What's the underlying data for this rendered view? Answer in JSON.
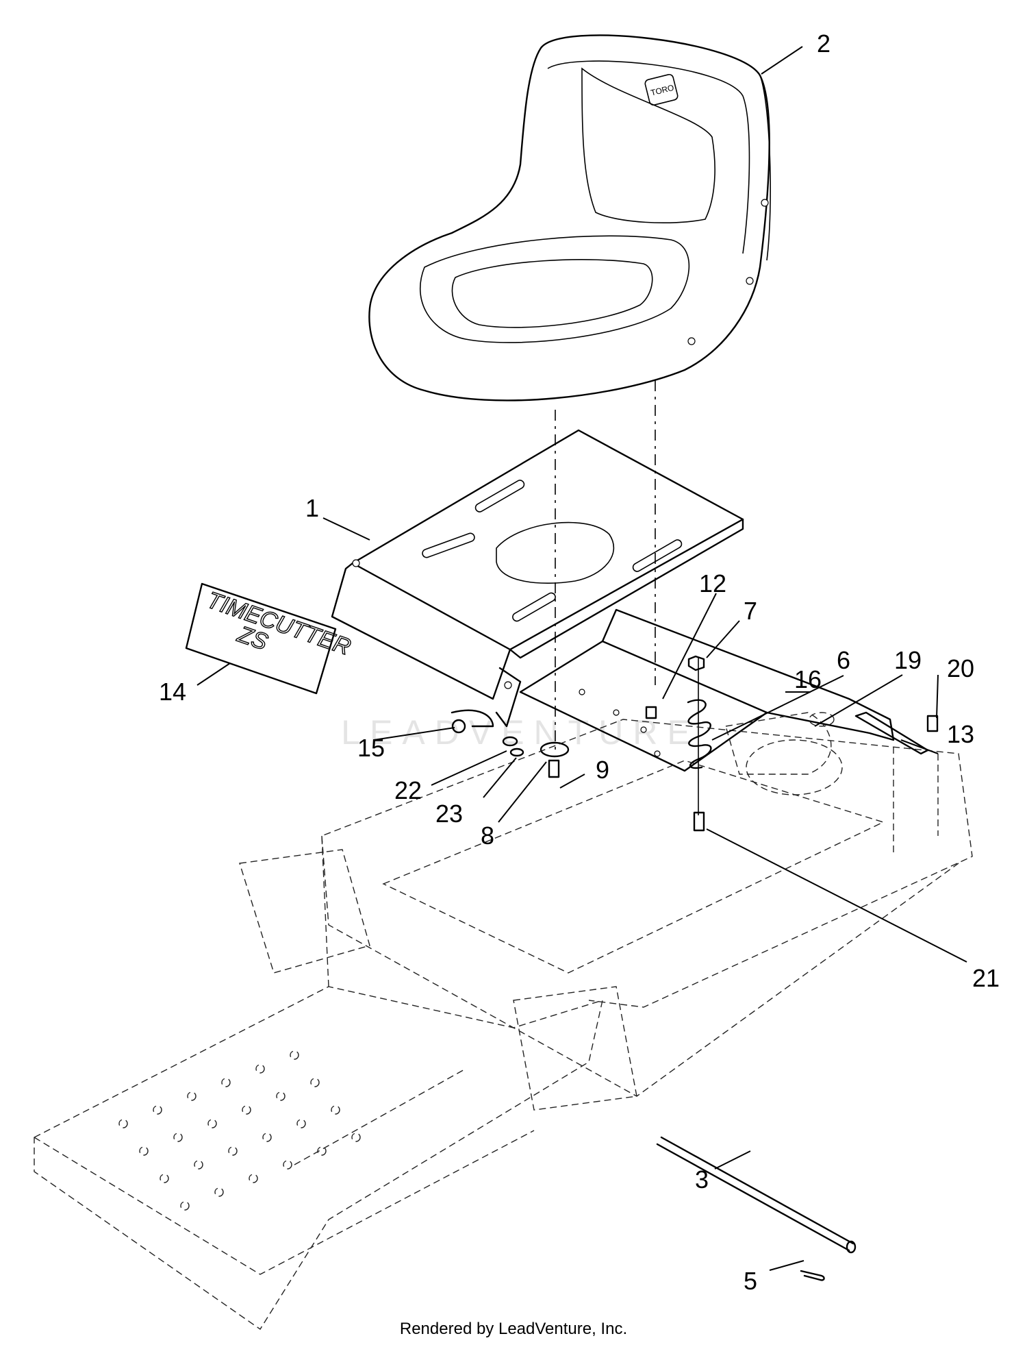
{
  "diagram": {
    "callouts": [
      {
        "id": "c1",
        "label": "1"
      },
      {
        "id": "c2",
        "label": "2"
      },
      {
        "id": "c3",
        "label": "3"
      },
      {
        "id": "c5",
        "label": "5"
      },
      {
        "id": "c6",
        "label": "6"
      },
      {
        "id": "c7",
        "label": "7"
      },
      {
        "id": "c8",
        "label": "8"
      },
      {
        "id": "c9",
        "label": "9"
      },
      {
        "id": "c12",
        "label": "12"
      },
      {
        "id": "c13",
        "label": "13"
      },
      {
        "id": "c14",
        "label": "14"
      },
      {
        "id": "c15",
        "label": "15"
      },
      {
        "id": "c16",
        "label": "16"
      },
      {
        "id": "c19",
        "label": "19"
      },
      {
        "id": "c20",
        "label": "20"
      },
      {
        "id": "c21",
        "label": "21"
      },
      {
        "id": "c22",
        "label": "22"
      },
      {
        "id": "c23",
        "label": "23"
      }
    ],
    "decal_text_line1": "TIMECUTTER",
    "decal_text_line2": "ZS",
    "seat_logo_text": "TORO",
    "watermark_text": "LEADVENTURE"
  },
  "footer": {
    "text": "Rendered by LeadVenture, Inc."
  }
}
